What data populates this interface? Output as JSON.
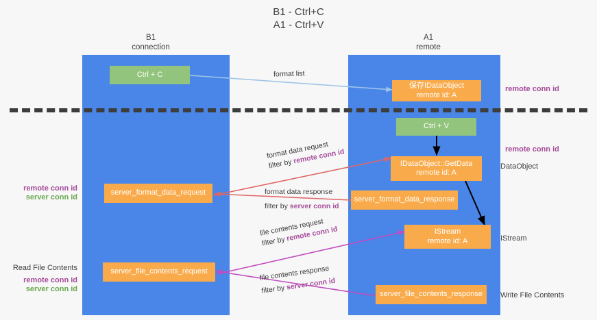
{
  "title": "B1 - Ctrl+C\nA1 - Ctrl+V",
  "columns": {
    "left": {
      "header": "B1\nconnection"
    },
    "right": {
      "header": "A1\nremote"
    }
  },
  "nodes": {
    "ctrl_c": "Ctrl + C",
    "ctrl_v": "Ctrl + V",
    "save_idataobject": "保存IDataObject\nremote id: A",
    "idataobject_getdata": "IDataObject::GetData\nremote id: A",
    "istream": "IStream\nremote id: A",
    "server_format_data_request": "server_format_data_request",
    "server_format_data_response": "server_format_data_response",
    "server_file_contents_request": "server_file_contents_request",
    "server_file_contents_response": "server_file_contents_response"
  },
  "edges": {
    "format_list": "format list",
    "format_data_request": "format data request",
    "format_data_request_filter_pre": "filter by ",
    "format_data_request_filter_key": "remote conn id",
    "format_data_response": "format data response",
    "format_data_response_filter_pre": "filter by ",
    "format_data_response_filter_key": "server conn id",
    "file_contents_request": "file contents request",
    "file_contents_request_filter_pre": "filter by ",
    "file_contents_request_filter_key": "remote conn id",
    "file_contents_response": "file contents response",
    "file_contents_response_filter_pre": "filter by ",
    "file_contents_response_filter_key": "server conn id"
  },
  "annotations": {
    "left_mid_remote": "remote conn id",
    "left_mid_server": "server conn id",
    "read_file_contents": "Read File Contents",
    "left_bottom_remote": "remote conn id",
    "left_bottom_server": "server conn id",
    "right_top_remote": "remote conn id",
    "right_mid_remote": "remote conn id",
    "right_dataobject": "DataObject",
    "right_istream": "IStream",
    "right_write_file_contents": "Write File Contents"
  },
  "colors": {
    "lane": "#4a86e8",
    "green_node": "#93c47d",
    "orange_node": "#f9ab4b",
    "purple": "#a64d9b",
    "green_text": "#6aa84f",
    "format_list_arrow": "#9fc5e8",
    "format_data_arrow": "#e06666",
    "file_contents_arrow": "#c14bc1",
    "black_arrow": "#000000",
    "dashed_separator": "#3d3d3d",
    "background": "#f7f7f7"
  }
}
